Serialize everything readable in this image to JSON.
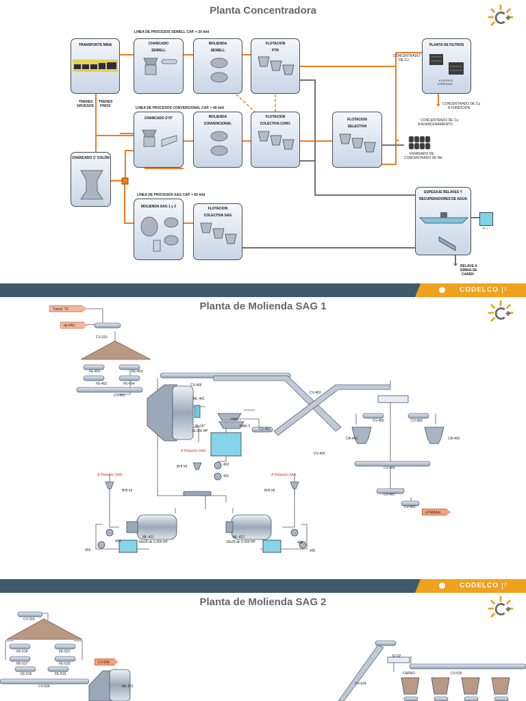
{
  "slide1": {
    "title": "Planta Concentradora",
    "line_sewell": "LINEA DE PROCESOS SEWELL CAP. = 20 kt/d",
    "line_conv": "LINEA DE PROCESOS CONVENCIONAL CAP. = 66 kt/d",
    "line_sag": "LINEA DE PROCESOS SAG CAP. = 65 kt/d",
    "boxes": {
      "transporte_mina": "TRANSPORTE MINA",
      "chancado_sewell_1": "CHANCADO",
      "chancado_sewell_2": "SEWELL",
      "molienda_sewell_1": "MOLIENDA",
      "molienda_sewell_2": "SEWELL",
      "flotacion_ptr_1": "FLOTACION",
      "flotacion_ptr_2": "PTR",
      "chancado_conv": "CHANCADO 2°/3°",
      "molienda_conv_1": "MOLIENDA",
      "molienda_conv_2": "CONVENCIONAL",
      "flotacion_conv_1": "FLOTACION",
      "flotacion_conv_2": "COLECTIVA CONV.",
      "flotacion_sel_1": "FLOTACION",
      "flotacion_sel_2": "SELECTIVA",
      "chancado_colon": "CHANCADO 1° COLÓN",
      "molienda_sag": "MOLIENDA SAG 1 y 2",
      "flotacion_sag_1": "FLOTACION",
      "flotacion_sag_2": "COLECTIVA SAG",
      "planta_filtros": "PLANTA DE FILTROS",
      "espesaje_1": "ESPESAJE RELAVES Y",
      "espesaje_2": "RECUPERADORES DE AGUA"
    },
    "labels": {
      "trenes_gruesos_1": "TRENES",
      "trenes_gruesos_2": "GRUESOS",
      "trenes_finos_1": "TRENES",
      "trenes_finos_2": "FINOS",
      "concentrado_cu_1": "CONCENTRADO",
      "concentrado_cu_2": "DE Cu",
      "filtros_1": "8 FILTROS",
      "filtros_2": "A PRESION",
      "conc_fundicion_1": "CONCENTRADO DE Cu",
      "conc_fundicion_2": "A FUNDICIÓN",
      "conc_almac_1": "CONCENTRADO DE Cu",
      "conc_almac_2": "A ALMACENAMIENTO",
      "envasado_1": "ENVASADO DE",
      "envasado_2": "CONCENTRADO DE Mo",
      "relave_1": "RELAVE A",
      "relave_2": "EMBALSE",
      "relave_3": "CAREN",
      "tk": "TK 1"
    }
  },
  "slide2": {
    "title": "Planta de Molienda SAG 1",
    "labels": {
      "transf": "Transf. T2",
      "pac": "de PAC",
      "cv315": "CV-315",
      "fe451": "FE-451",
      "fe453": "FE-453",
      "fe452": "FE-452",
      "fe454": "FE-454",
      "cv461": "CV-461",
      "cv466": "CV-466",
      "ml401": "ML-401",
      "ml401_spec1": "36x15\"",
      "ml401_spec2": "16.000 HP",
      "har1": "HAR-1",
      "har2": "HAR-2",
      "cv462": "CV-462",
      "cv463": "CV-463",
      "cv465": "CV-465",
      "cv455": "CV-455",
      "cv456": "CV-456",
      "cr401": "CR-401",
      "cr400": "CR-400",
      "cv464": "CV-464",
      "cv457": "CV-457",
      "cv422": "CV-422",
      "pebbles": "a Pebbles",
      "aflot_center": "A Flotación SAG",
      "bhi_center": "BHI #6",
      "p402": "402",
      "p401": "401",
      "aflot_left": "A Flotación SAG",
      "bhi_left": "BHI #9",
      "aflot_right": "A Flotación SAG",
      "bhi_right": "BHI #8",
      "p403": "403",
      "p404": "404",
      "ml411": "ML-411",
      "ml411_spec": "18x28 de 6.000 HP",
      "ml412": "ML-412",
      "ml412_spec": "18x28 de 6.000 HP",
      "p406": "406",
      "p405": "405"
    }
  },
  "slide3": {
    "title": "Planta de Molienda SAG 2",
    "labels": {
      "cv316": "CV-316",
      "fe518": "FE-518",
      "fe521": "FE-521",
      "fe517": "FE-517",
      "fe520": "FE-520",
      "fe516": "FE-516",
      "fe519": "FE-519",
      "cv534": "CV-534",
      "cv526": "CV-526",
      "ml501": "ML-501",
      "cv524": "CV-524",
      "st02": "ST-02",
      "carro": "CARRO",
      "cv525": "CV-525"
    }
  },
  "footer": {
    "brand": "CODELCO",
    "page1": "1",
    "page2": "2"
  },
  "colors": {
    "orange_flow": "#f07a1e",
    "gray_flow": "#6e6e6e",
    "footer_bg": "#3e5a6a",
    "footer_accent": "#f0a11e",
    "red_text": "#d62f1f"
  }
}
